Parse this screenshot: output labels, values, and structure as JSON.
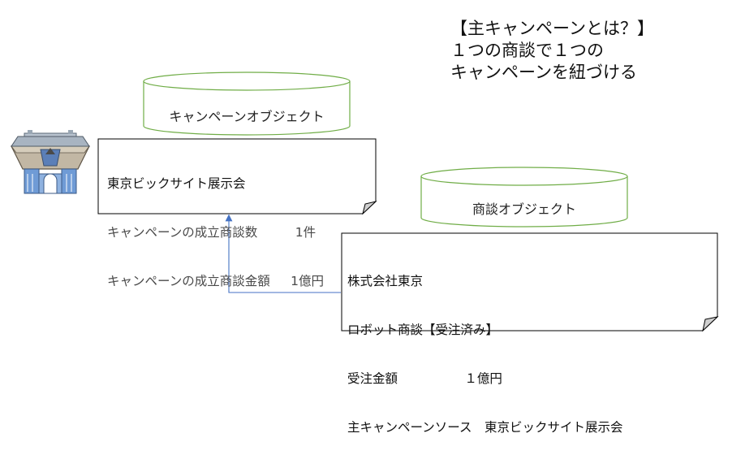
{
  "caption": {
    "line1": "【主キャンペーンとは？】",
    "line2": "１つの商談で１つの",
    "line3": "キャンペーンを紐づける"
  },
  "campaign_object": {
    "label": "キャンペーンオブジェクト"
  },
  "deal_object": {
    "label": "商談オブジェクト"
  },
  "campaign_card": {
    "title": "東京ビックサイト展示会",
    "rows": [
      "キャンペーンの成立商談数　　　1件",
      "キャンペーンの成立商談金額　  1億円"
    ]
  },
  "deal_card": {
    "rows": [
      "株式会社東京",
      "ロボット商談【受注済み】",
      "受注金額　　　　　 １億円",
      "主キャンペーンソース　東京ビックサイト展示会"
    ]
  },
  "colors": {
    "cylinder_stroke": "#70ad47",
    "connector": "#4472c4",
    "card_stroke": "#000000"
  },
  "icons": [
    "exhibition-hall-icon"
  ]
}
